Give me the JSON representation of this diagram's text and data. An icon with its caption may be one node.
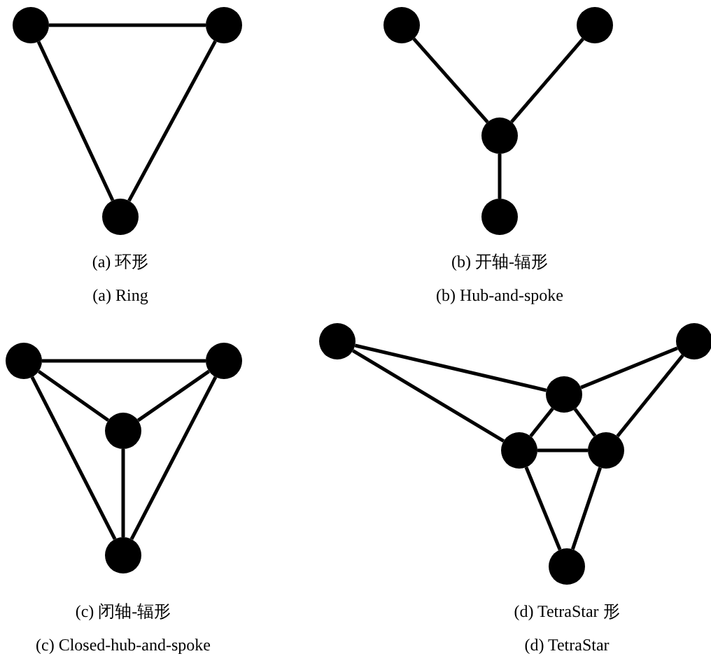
{
  "diagram": {
    "nodes": [
      {
        "text": [],
        "shape": "circle"
      },
      {
        "text": [],
        "shape": "circle"
      },
      {
        "text": [],
        "shape": "circle"
      },
      {
        "text": [],
        "shape": "circle"
      },
      {
        "text": [],
        "shape": "circle"
      },
      {
        "text": [],
        "shape": "circle"
      },
      {
        "text": [],
        "shape": "circle"
      },
      {
        "text": [],
        "shape": "circle"
      },
      {
        "text": [],
        "shape": "circle"
      },
      {
        "text": [],
        "shape": "circle"
      },
      {
        "text": [],
        "shape": "circle"
      },
      {
        "text": [],
        "shape": "circle"
      },
      {
        "text": [],
        "shape": "circle"
      },
      {
        "text": [],
        "shape": "circle"
      },
      {
        "text": [],
        "shape": "circle"
      },
      {
        "text": [],
        "shape": "circle"
      },
      {
        "text": [],
        "shape": "circle"
      }
    ],
    "edges": [
      {
        "from": 0,
        "to": 1,
        "arrow": "none"
      },
      {
        "from": 0,
        "to": 2,
        "arrow": "none"
      },
      {
        "from": 1,
        "to": 2,
        "arrow": "none"
      },
      {
        "from": 3,
        "to": 5,
        "arrow": "none"
      },
      {
        "from": 4,
        "to": 5,
        "arrow": "none"
      },
      {
        "from": 5,
        "to": 6,
        "arrow": "none"
      },
      {
        "from": 7,
        "to": 8,
        "arrow": "none"
      },
      {
        "from": 7,
        "to": 10,
        "arrow": "none"
      },
      {
        "from": 8,
        "to": 10,
        "arrow": "none"
      },
      {
        "from": 7,
        "to": 9,
        "arrow": "none"
      },
      {
        "from": 8,
        "to": 9,
        "arrow": "none"
      },
      {
        "from": 9,
        "to": 10,
        "arrow": "none"
      },
      {
        "from": 11,
        "to": 13,
        "arrow": "none"
      },
      {
        "from": 12,
        "to": 13,
        "arrow": "none"
      },
      {
        "from": 11,
        "to": 14,
        "arrow": "none"
      },
      {
        "from": 12,
        "to": 15,
        "arrow": "none"
      },
      {
        "from": 13,
        "to": 14,
        "arrow": "none"
      },
      {
        "from": 13,
        "to": 15,
        "arrow": "none"
      },
      {
        "from": 14,
        "to": 15,
        "arrow": "none"
      },
      {
        "from": 14,
        "to": 16,
        "arrow": "none"
      },
      {
        "from": 15,
        "to": 16,
        "arrow": "none"
      }
    ],
    "labels": [
      "(a) 环形",
      "(b) 开轴-辐形",
      "(a) Ring",
      "(b) Hub-and-spoke",
      "(c) 闭轴-辐形",
      "(d) TetraStar 形",
      "(c) Closed-hub-and-spoke",
      "(d) TetraStar"
    ]
  }
}
